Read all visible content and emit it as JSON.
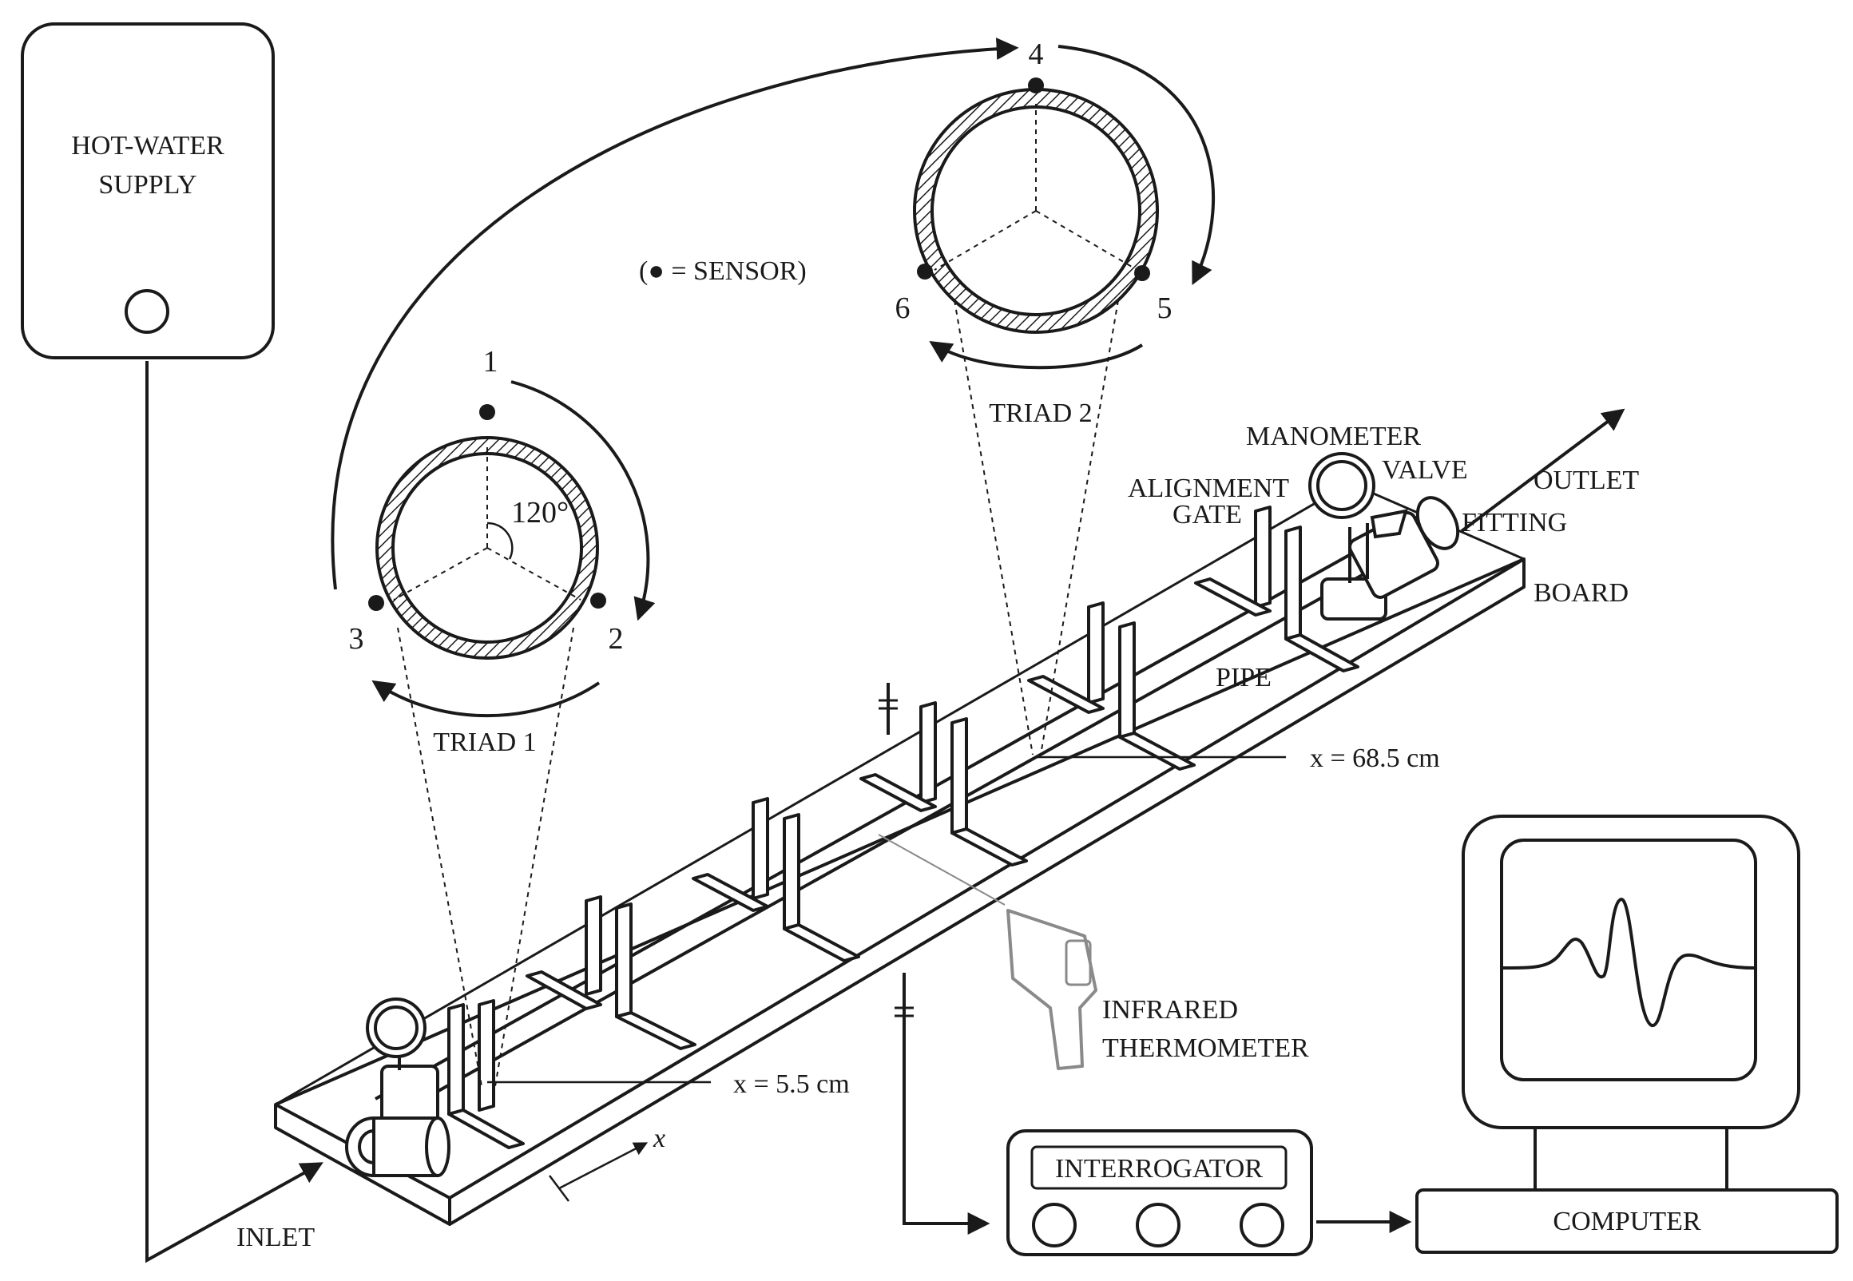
{
  "labels": {
    "hot_water_supply_line1": "HOT-WATER",
    "hot_water_supply_line2": "SUPPLY",
    "sensor_legend": "(● = SENSOR)",
    "triad1": "TRIAD 1",
    "triad2": "TRIAD 2",
    "angle": "120°",
    "sensor_1": "1",
    "sensor_2": "2",
    "sensor_3": "3",
    "sensor_4": "4",
    "sensor_5": "5",
    "sensor_6": "6",
    "manometer": "MANOMETER",
    "valve": "VALVE",
    "alignment_gate_line1": "ALIGNMENT",
    "alignment_gate_line2": "GATE",
    "outlet": "OUTLET",
    "fitting": "FITTING",
    "board": "BOARD",
    "pipe": "PIPE",
    "x_far": "x = 68.5 cm",
    "x_near": "x = 5.5 cm",
    "x_axis": "x",
    "infrared_line1": "INFRARED",
    "infrared_line2": "THERMOMETER",
    "interrogator": "INTERROGATOR",
    "computer": "COMPUTER",
    "inlet": "INLET"
  },
  "colors": {
    "ink": "#1a1a1a",
    "thermometer": "#8a8a8a",
    "background": "#ffffff"
  }
}
